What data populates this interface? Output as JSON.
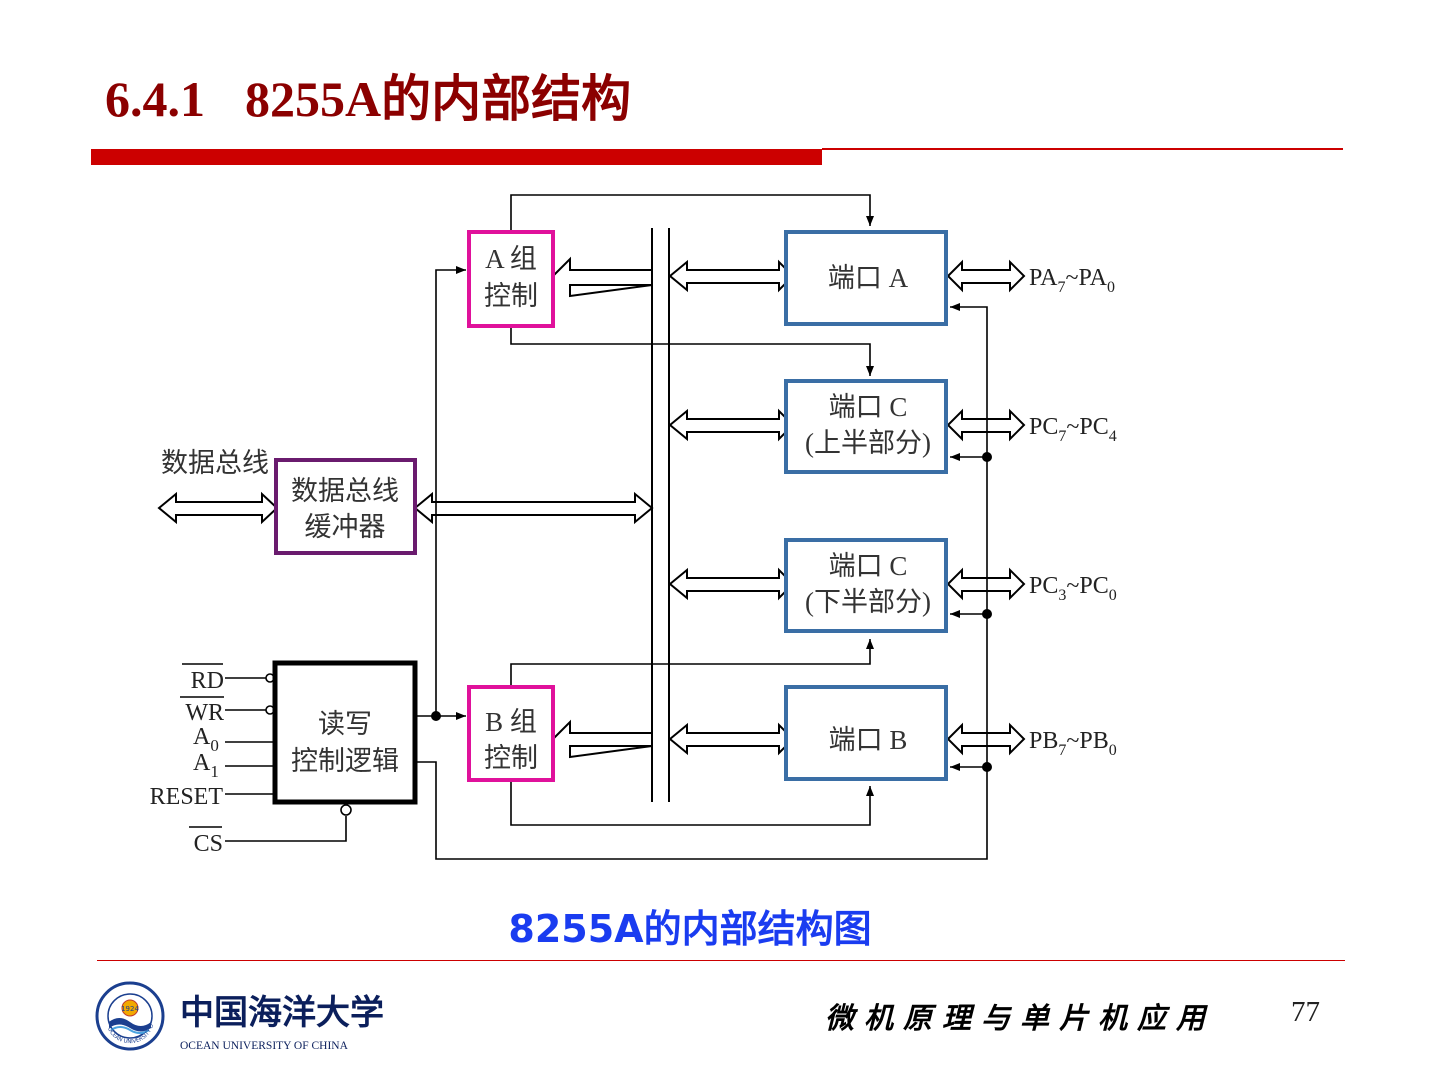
{
  "slide": {
    "section_number": "6.4.1",
    "title": "8255A的内部结构",
    "caption": "8255A的内部结构图",
    "course_name": "微机原理与单片机应用",
    "page_number": "77"
  },
  "logo": {
    "name_cn": "中国海洋大学",
    "name_en": "OCEAN UNIVERSITY OF CHINA",
    "seal_year": "1924",
    "seal_text": "OCEAN UNIVERSITY OF CHINA"
  },
  "diagram": {
    "blocks": {
      "group_a_line1": "A 组",
      "group_a_line2": "控制",
      "group_b_line1": "B 组",
      "group_b_line2": "控制",
      "bus_buffer_line1": "数据总线",
      "bus_buffer_line2": "缓冲器",
      "rw_logic_line1": "读写",
      "rw_logic_line2": "控制逻辑",
      "port_a": "端口 A",
      "port_c_upper_line1": "端口 C",
      "port_c_upper_line2": "(上半部分)",
      "port_c_lower_line1": "端口 C",
      "port_c_lower_line2": "(下半部分)",
      "port_b": "端口 B"
    },
    "external_data_bus": "数据总线",
    "control_signals": {
      "rd": "RD",
      "wr": "WR",
      "a0": "A",
      "a0_sub": "0",
      "a1": "A",
      "a1_sub": "1",
      "reset": "RESET",
      "cs": "CS"
    },
    "port_pins": {
      "pa_left": "PA",
      "pa_left_sub": "7",
      "pa_tilde": "~",
      "pa_right": "PA",
      "pa_right_sub": "0",
      "pcu_left": "PC",
      "pcu_left_sub": "7",
      "pcu_tilde": "~",
      "pcu_right": "PC",
      "pcu_right_sub": "4",
      "pcl_left": "PC",
      "pcl_left_sub": "3",
      "pcl_tilde": "~",
      "pcl_right": "PC",
      "pcl_right_sub": "0",
      "pb_left": "PB",
      "pb_left_sub": "7",
      "pb_tilde": "~",
      "pb_right": "PB",
      "pb_right_sub": "0"
    }
  },
  "colors": {
    "title": "#8B0000",
    "rule": "#CC0000",
    "group_box": "#E0119B",
    "bus_buffer_box": "#6A1B6E",
    "rw_logic_box": "#000000",
    "port_box": "#3A6EA5",
    "caption": "#1A3CF0"
  }
}
